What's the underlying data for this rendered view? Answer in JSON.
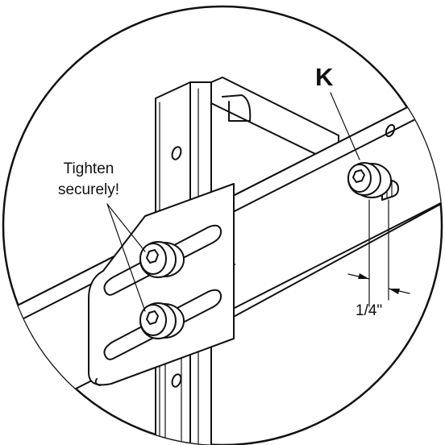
{
  "labels": {
    "part_letter": "K",
    "instruction_line1": "Tighten",
    "instruction_line2": "securely!",
    "dimension": "1/4\""
  },
  "colors": {
    "ink": "#111111",
    "background": "#ffffff"
  }
}
